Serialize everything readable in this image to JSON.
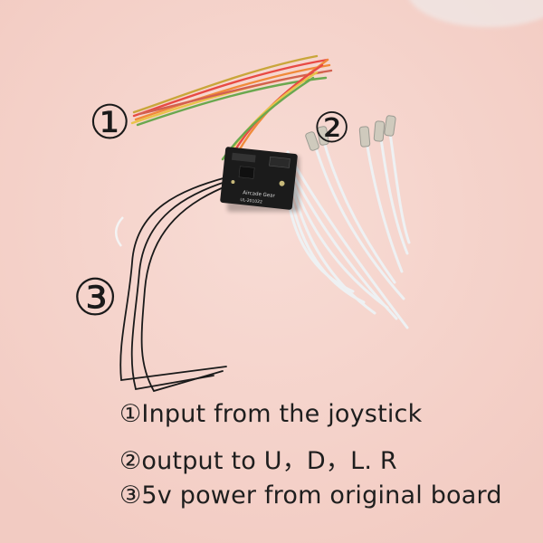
{
  "markers": {
    "one": "①",
    "two": "②",
    "three": "③"
  },
  "captions": [
    "①Input from the joystick",
    "②output to U，D，L. R",
    "③5v power from original board"
  ],
  "board": {
    "label": "Aircade Gear",
    "model": "UL-201022"
  },
  "colors": {
    "background": "#f5d3cb",
    "board": "#1b1b1b",
    "signal_wires": "#e8ecef",
    "power_wires": "#1a1a1a"
  }
}
